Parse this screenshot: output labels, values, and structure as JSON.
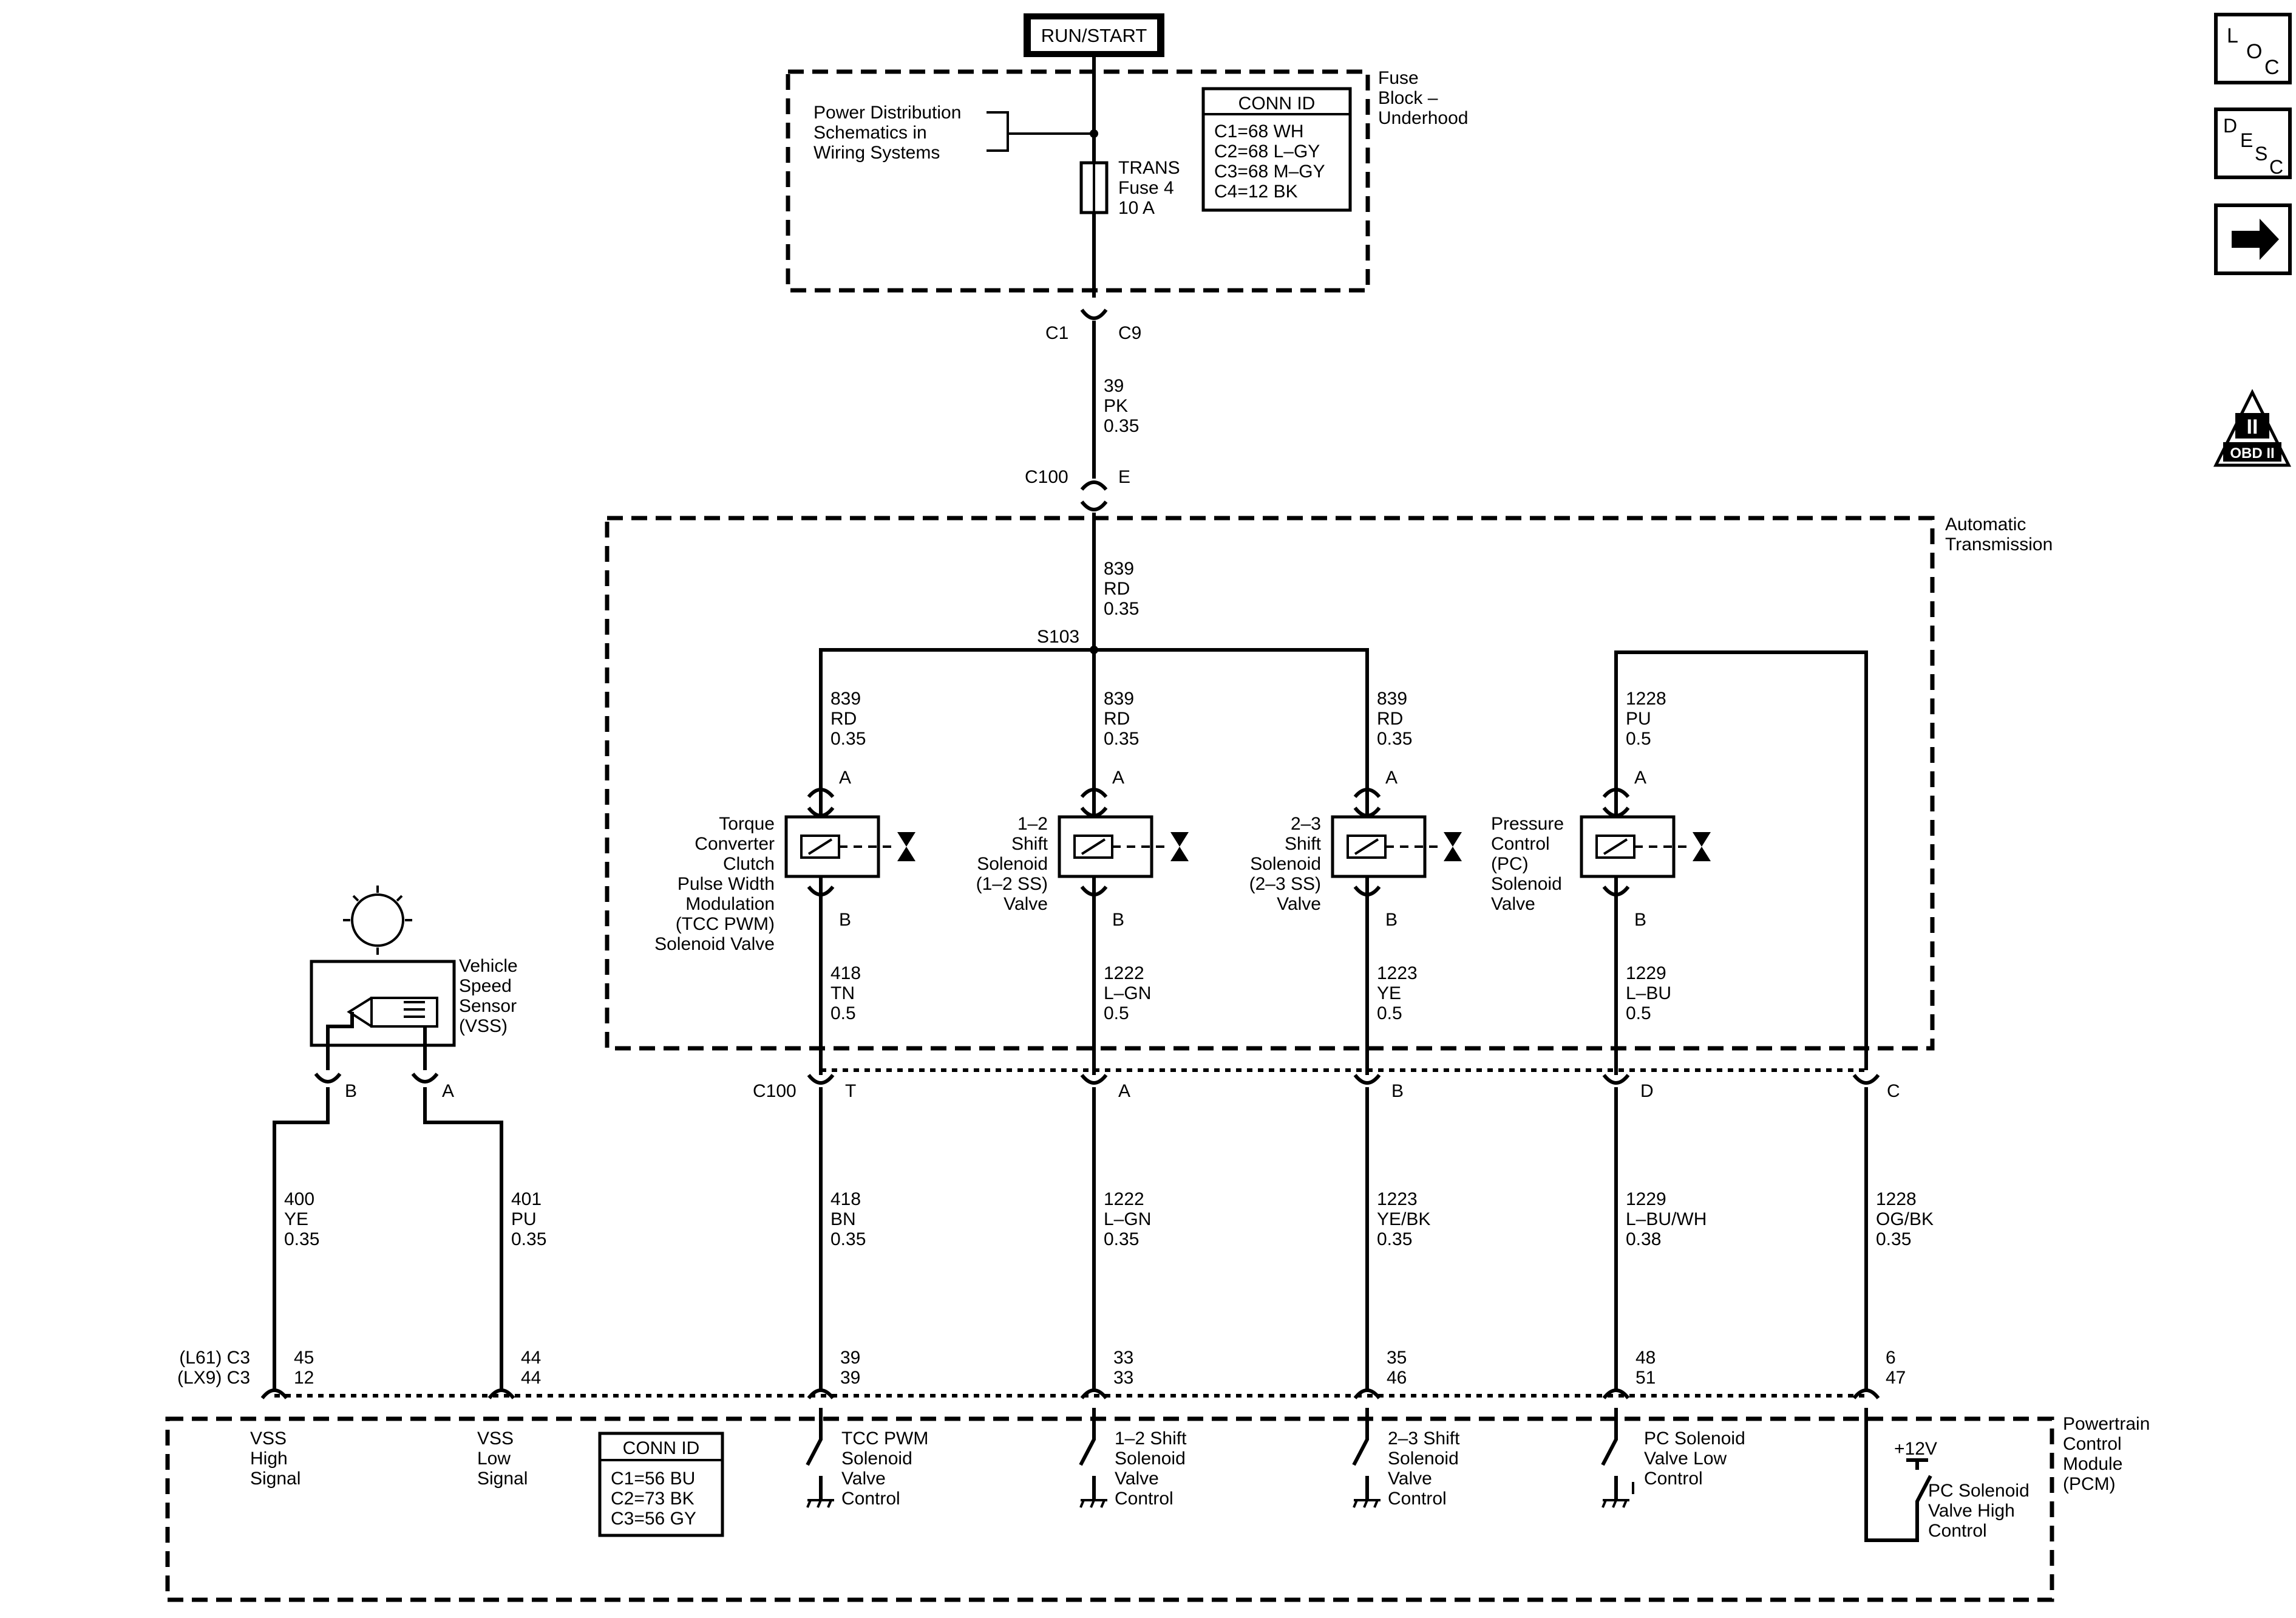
{
  "header": {
    "run_start": "RUN/START"
  },
  "fuse_block": {
    "title": [
      "Fuse",
      "Block –",
      "Underhood"
    ],
    "power_dist": [
      "Power Distribution",
      "Schematics in",
      "Wiring Systems"
    ],
    "fuse": [
      "TRANS",
      "Fuse 4",
      "10 A"
    ],
    "conn_title": "CONN ID",
    "conn_items": [
      "C1=68 WH",
      "C2=68 L–GY",
      "C3=68 M–GY",
      "C4=12 BK"
    ]
  },
  "connector_c1c9": {
    "left": "C1",
    "right": "C9"
  },
  "wire_39": [
    "39",
    "PK",
    "0.35"
  ],
  "connector_c100_top": {
    "left": "C100",
    "right": "E"
  },
  "transmission": {
    "title": [
      "Automatic",
      "Transmission"
    ],
    "wire_839_top": [
      "839",
      "RD",
      "0.35"
    ],
    "splice": "S103",
    "solenoids": [
      {
        "in_wire": [
          "839",
          "RD",
          "0.35"
        ],
        "pin_a": "A",
        "pin_b": "B",
        "name": [
          "Torque",
          "Converter",
          "Clutch",
          "Pulse Width",
          "Modulation",
          "(TCC PWM)",
          "Solenoid Valve"
        ],
        "out_wire": [
          "418",
          "TN",
          "0.5"
        ]
      },
      {
        "in_wire": [
          "839",
          "RD",
          "0.35"
        ],
        "pin_a": "A",
        "pin_b": "B",
        "name": [
          "1–2",
          "Shift",
          "Solenoid",
          "(1–2 SS)",
          "Valve"
        ],
        "out_wire": [
          "1222",
          "L–GN",
          "0.5"
        ]
      },
      {
        "in_wire": [
          "839",
          "RD",
          "0.35"
        ],
        "pin_a": "A",
        "pin_b": "B",
        "name": [
          "2–3",
          "Shift",
          "Solenoid",
          "(2–3 SS)",
          "Valve"
        ],
        "out_wire": [
          "1223",
          "YE",
          "0.5"
        ]
      },
      {
        "in_wire": [
          "1228",
          "PU",
          "0.5"
        ],
        "pin_a": "A",
        "pin_b": "B",
        "name": [
          "Pressure",
          "Control",
          "(PC)",
          "Solenoid",
          "Valve"
        ],
        "out_wire": [
          "1229",
          "L–BU",
          "0.5"
        ]
      }
    ]
  },
  "c100_bottom": {
    "label": "C100",
    "pins": [
      "T",
      "A",
      "B",
      "D",
      "C"
    ]
  },
  "vss": {
    "name": [
      "Vehicle",
      "Speed",
      "Sensor",
      "(VSS)"
    ],
    "pin_b": "B",
    "pin_a": "A",
    "wire_b": [
      "400",
      "YE",
      "0.35"
    ],
    "wire_a": [
      "401",
      "PU",
      "0.35"
    ]
  },
  "harness_wires": [
    [
      "418",
      "BN",
      "0.35"
    ],
    [
      "1222",
      "L–GN",
      "0.35"
    ],
    [
      "1223",
      "YE/BK",
      "0.35"
    ],
    [
      "1229",
      "L–BU/WH",
      "0.38"
    ],
    [
      "1228",
      "OG/BK",
      "0.35"
    ]
  ],
  "pcm": {
    "title": [
      "Powertrain",
      "Control",
      "Module",
      "(PCM)"
    ],
    "connector_labels": [
      "(L61) C3",
      "(LX9) C3"
    ],
    "pins": [
      [
        "45",
        "12"
      ],
      [
        "44",
        "44"
      ],
      [
        "39",
        "39"
      ],
      [
        "33",
        "33"
      ],
      [
        "35",
        "46"
      ],
      [
        "48",
        "51"
      ],
      [
        "6",
        "47"
      ]
    ],
    "signals": [
      [
        "VSS",
        "High",
        "Signal"
      ],
      [
        "VSS",
        "Low",
        "Signal"
      ],
      [
        "TCC PWM",
        "Solenoid",
        "Valve",
        "Control"
      ],
      [
        "1–2 Shift",
        "Solenoid",
        "Valve",
        "Control"
      ],
      [
        "2–3 Shift",
        "Solenoid",
        "Valve",
        "Control"
      ],
      [
        "PC Solenoid",
        "Valve Low",
        "Control"
      ],
      [
        "PC Solenoid",
        "Valve High",
        "Control"
      ]
    ],
    "v12": "+12V",
    "conn_title": "CONN ID",
    "conn_items": [
      "C1=56 BU",
      "C2=73 BK",
      "C3=56 GY"
    ]
  },
  "side_icons": {
    "loc": [
      "L",
      "O",
      "C"
    ],
    "desc": [
      "D",
      "E",
      "S",
      "C"
    ],
    "arrow": "arrow-right-icon",
    "obd": [
      "II",
      "OBD II"
    ]
  }
}
